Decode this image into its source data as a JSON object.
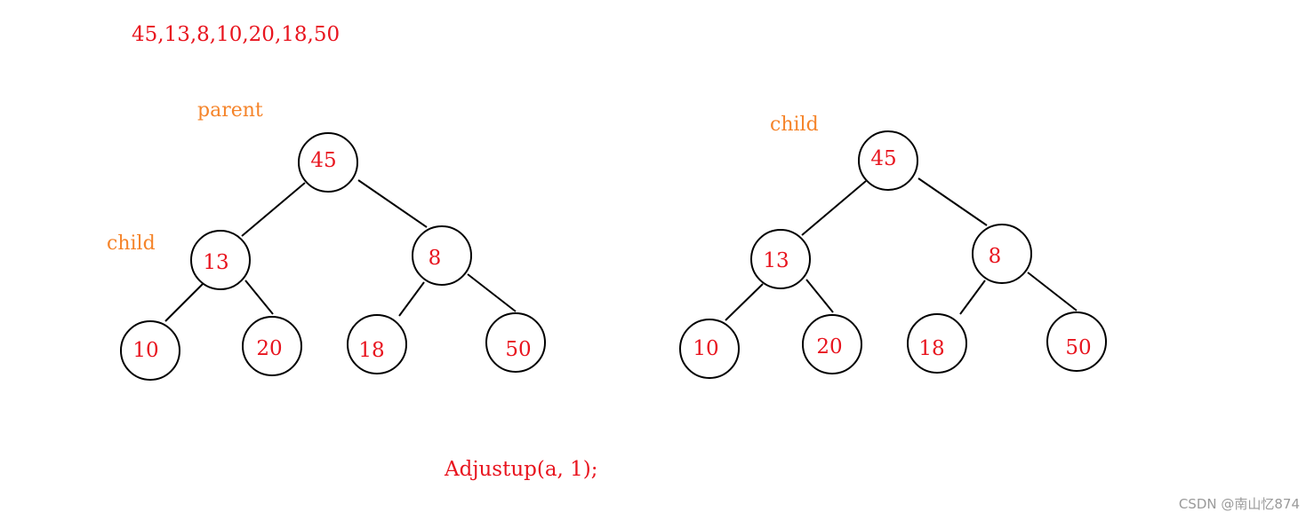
{
  "sequence_text": "45,13,8,10,20,18,50",
  "call_text": "Adjustup(a, 1);",
  "watermark": "CSDN @南山忆874",
  "colors": {
    "node_text": "#e8141e",
    "annotation": "#f5842a",
    "stroke": "#000000"
  },
  "left_tree": {
    "annotations": {
      "parent": "parent",
      "child": "child"
    },
    "nodes": [
      "45",
      "13",
      "8",
      "10",
      "20",
      "18",
      "50"
    ]
  },
  "right_tree": {
    "annotations": {
      "child": "child"
    },
    "nodes": [
      "45",
      "13",
      "8",
      "10",
      "20",
      "18",
      "50"
    ]
  }
}
